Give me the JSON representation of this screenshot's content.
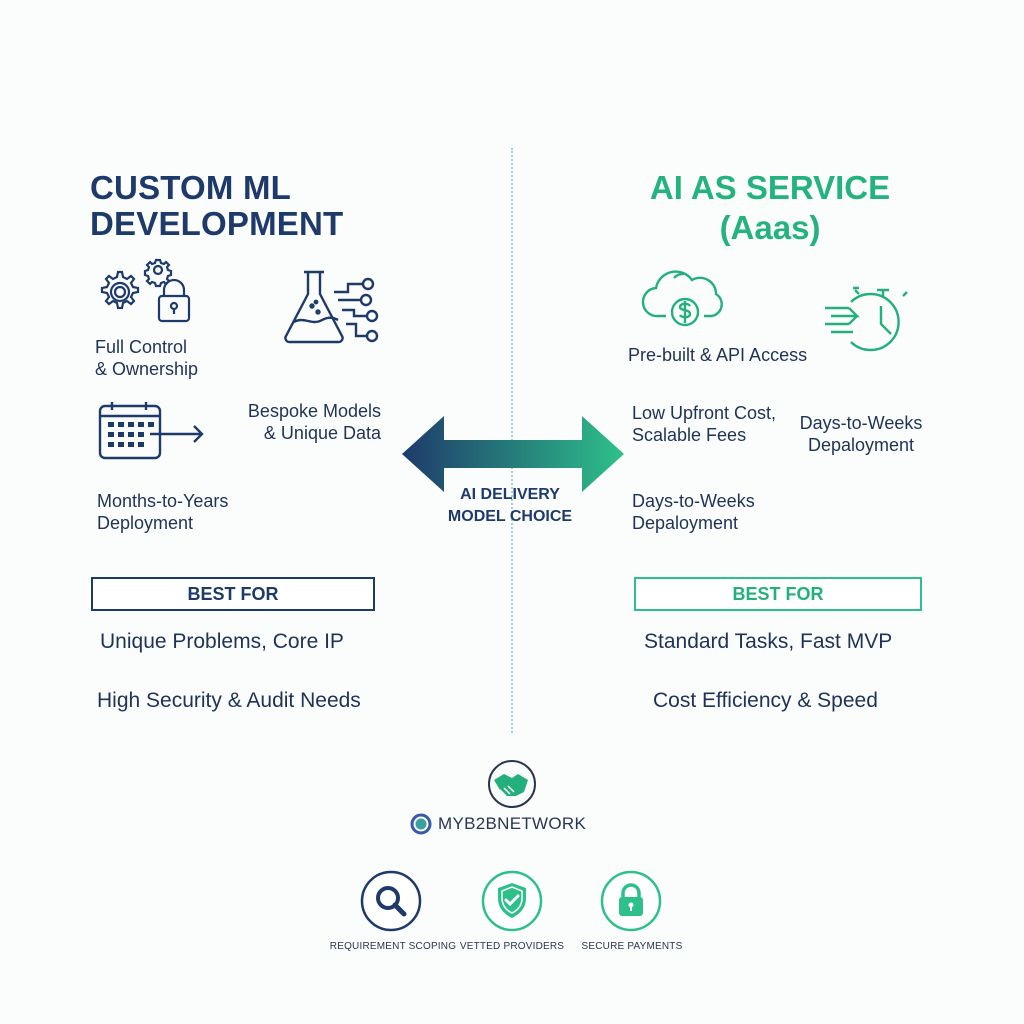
{
  "divider": {
    "style": "dotted",
    "color": "#a8cde0"
  },
  "left": {
    "title_line1": "CUSTOM ML",
    "title_line2": "DEVELOPMENT",
    "accent_color": "#1e3a6b",
    "features": [
      {
        "icon": "gears-lock-icon",
        "line1": "Full Control",
        "line2": "& Ownership"
      },
      {
        "icon": "flask-circuit-icon",
        "line1": "Bespoke Models",
        "line2": "& Unique Data"
      },
      {
        "icon": "calendar-arrow-icon",
        "line1": "Months-to-Years",
        "line2": "Deployment"
      }
    ],
    "best_for_label": "BEST FOR",
    "best_for_items": [
      "Unique Problems, Core IP",
      "High Security & Audit Needs"
    ]
  },
  "right": {
    "title_line1": "AI AS SERVICE",
    "title_line2": "(Aaas)",
    "accent_color": "#23b07c",
    "features": [
      {
        "icon": "cloud-dollar-icon",
        "line1": "Pre-built & API Access"
      },
      {
        "icon": "fast-stopwatch-icon",
        "line1": "Days-to-Weeks",
        "line2": "Depaloyment"
      },
      {
        "icon": "none",
        "line1": "Low Upfront Cost,",
        "line2": "Scalable Fees"
      },
      {
        "icon": "none",
        "line1": "Days-to-Weeks",
        "line2": "Depaloyment"
      }
    ],
    "best_for_label": "BEST FOR",
    "best_for_items": [
      "Standard Tasks, Fast MVP",
      "Cost Efficiency & Speed"
    ]
  },
  "center": {
    "arrow_gradient": [
      "#1e3a6b",
      "#2ec08a"
    ],
    "label_line1": "AI DELIVERY",
    "label_line2": "MODEL CHOICE"
  },
  "brand": {
    "logo_icon": "handshake-globe-icon",
    "name": "MYB2BNETWORK"
  },
  "footer_features": [
    {
      "icon": "magnifier-icon",
      "label": "REQUIREMENT SCOPING",
      "color": "#1e3a6b"
    },
    {
      "icon": "shield-check-icon",
      "label": "VETTED PROVIDERS",
      "color": "#23b07c"
    },
    {
      "icon": "padlock-icon",
      "label": "SECURE PAYMENTS",
      "color": "#23b07c"
    }
  ]
}
